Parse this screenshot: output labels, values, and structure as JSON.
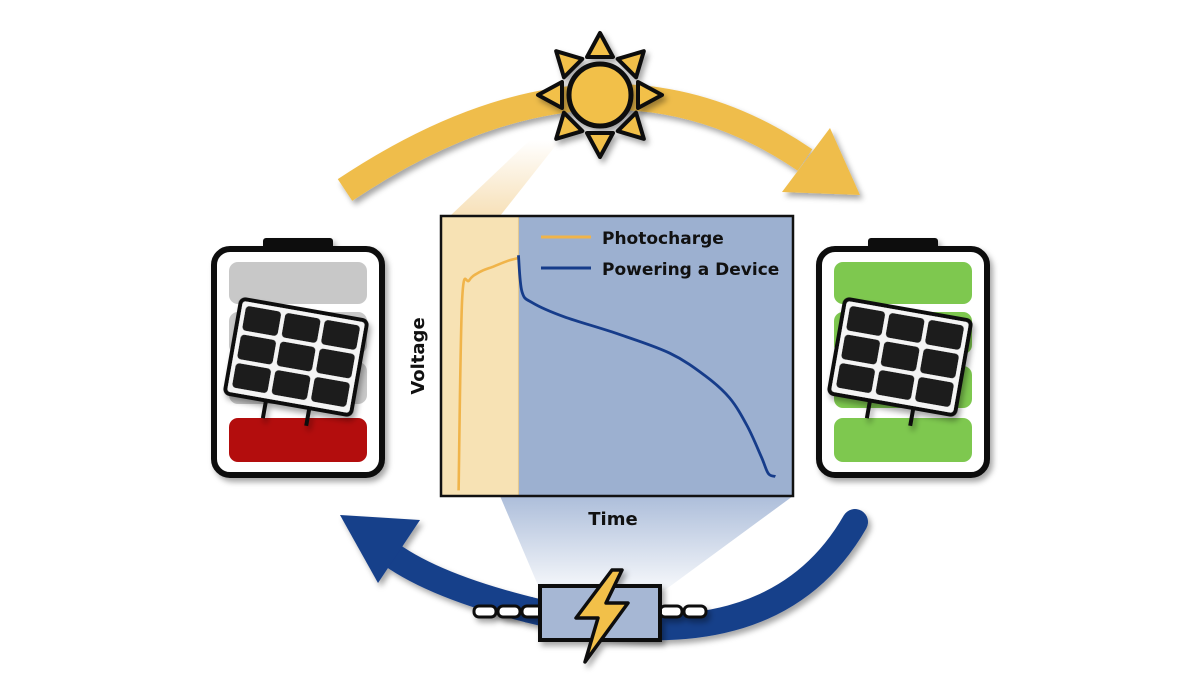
{
  "legend": {
    "photocharge": "Photocharge",
    "powering": "Powering a Device"
  },
  "axes": {
    "xlabel": "Time",
    "ylabel": "Voltage"
  },
  "colors": {
    "sun": "#f2c04a",
    "sun_arc": "#efbd4c",
    "return_arc": "#173f8a",
    "photocharge_line": "#f0b44a",
    "device_line": "#163c8a",
    "plot_bg": "#9cb0d0",
    "plot_charge_bg": "#f7e2b4",
    "battery_low": "#b30c0c",
    "battery_empty": "#c8c8c8",
    "battery_full": "#7ec850"
  },
  "icons": {
    "sun": "sun-icon",
    "lightning": "lightning-bolt-icon",
    "solar_panel": "solar-panel-icon",
    "battery": "battery-icon"
  },
  "chart_data": {
    "type": "line",
    "xlabel": "Time",
    "ylabel": "Voltage",
    "x_phase_split": 0.22,
    "series": [
      {
        "name": "Photocharge",
        "x": [
          0.05,
          0.06,
          0.08,
          0.11,
          0.15,
          0.19,
          0.22
        ],
        "y": [
          0.02,
          0.7,
          0.77,
          0.8,
          0.82,
          0.84,
          0.85
        ]
      },
      {
        "name": "Powering a Device",
        "x": [
          0.22,
          0.23,
          0.26,
          0.35,
          0.5,
          0.65,
          0.75,
          0.82,
          0.87,
          0.91,
          0.93,
          0.95
        ],
        "y": [
          0.86,
          0.73,
          0.69,
          0.64,
          0.58,
          0.51,
          0.43,
          0.35,
          0.25,
          0.14,
          0.08,
          0.07
        ]
      }
    ]
  }
}
